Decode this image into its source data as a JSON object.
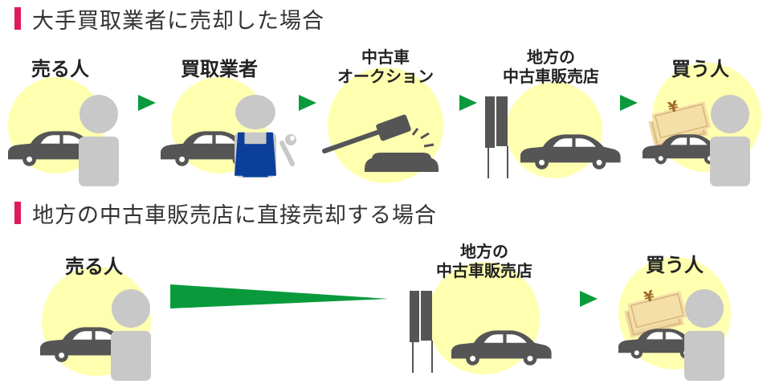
{
  "sections": [
    {
      "title": "大手買取業者に売却した場合",
      "steps": [
        {
          "label": [
            "売る人"
          ]
        },
        {
          "label": [
            "買取業者"
          ]
        },
        {
          "label": [
            "中古車",
            "オークション"
          ]
        },
        {
          "label": [
            "地方の",
            "中古車販売店"
          ]
        },
        {
          "label": [
            "買う人"
          ]
        }
      ]
    },
    {
      "title": "地方の中古車販売店に直接売却する場合",
      "steps": [
        {
          "label": [
            "売る人"
          ]
        },
        {
          "label": [
            "地方の",
            "中古車販売店"
          ]
        },
        {
          "label": [
            "買う人"
          ]
        }
      ]
    }
  ],
  "money_symbol": "¥",
  "colors": {
    "accent": "#e0195a",
    "arrow": "#0a9a3c",
    "circle": "#ffffb0",
    "car": "#555555",
    "person": "#c8c8c8",
    "overalls": "#0b3f9a"
  }
}
